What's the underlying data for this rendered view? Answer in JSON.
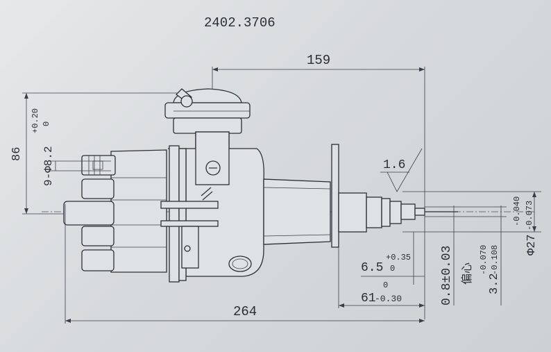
{
  "part_number": "2402.3706",
  "dimensions": {
    "length_159": "159",
    "length_264": "264",
    "height_86": "86",
    "tower_holes": "9-Φ8.2",
    "tower_holes_tol_upper": "+0.20",
    "tower_holes_tol_lower": "0",
    "surface_finish": "1.6",
    "shaft_diameter": "Φ27",
    "shaft_diameter_tol_upper": "-0.040",
    "shaft_diameter_tol_lower": "-0.073",
    "dim_6_5": "6.5",
    "dim_6_5_tol_upper": "+0.35",
    "dim_6_5_tol_lower": "0",
    "offset": "0.8±0.03",
    "offset_label": "偏心",
    "dim_3_2": "3.2",
    "dim_3_2_tol_upper": "-0.070",
    "dim_3_2_tol_lower": "-0.108",
    "dim_61": "61",
    "dim_61_tol_upper": "0",
    "dim_61_tol_lower": "-0.30"
  }
}
